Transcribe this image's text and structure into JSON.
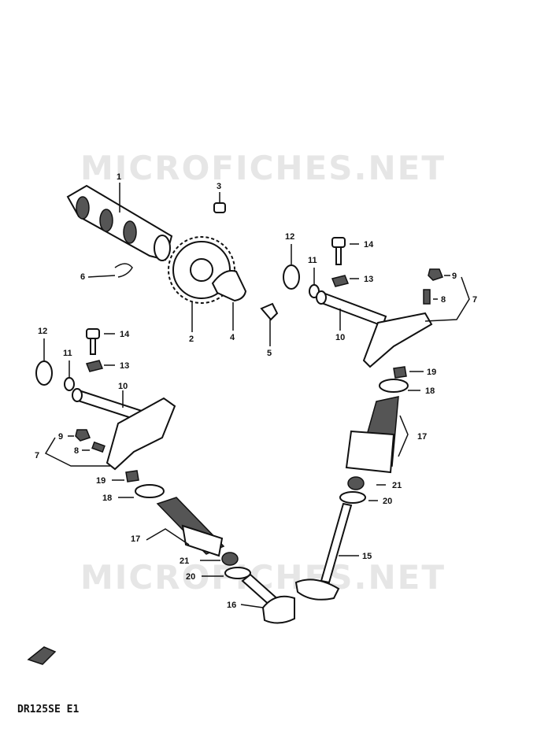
{
  "watermark": {
    "text": "MICROFICHES.NET"
  },
  "footer": {
    "model": "DR125SE E1"
  },
  "callouts": {
    "p1": "1",
    "p2": "2",
    "p3": "3",
    "p4": "4",
    "p5": "5",
    "p6": "6",
    "p7a": "7",
    "p7b": "7",
    "p8a": "8",
    "p8b": "8",
    "p9a": "9",
    "p9b": "9",
    "p10a": "10",
    "p10b": "10",
    "p11a": "11",
    "p11b": "11",
    "p12a": "12",
    "p12b": "12",
    "p13a": "13",
    "p13b": "13",
    "p14a": "14",
    "p14b": "14",
    "p15": "15",
    "p16": "16",
    "p17a": "17",
    "p17b": "17",
    "p18a": "18",
    "p18b": "18",
    "p19a": "19",
    "p19b": "19",
    "p20a": "20",
    "p20b": "20",
    "p21a": "21",
    "p21b": "21"
  },
  "icons": {
    "front_arrow": "front-arrow-icon"
  }
}
